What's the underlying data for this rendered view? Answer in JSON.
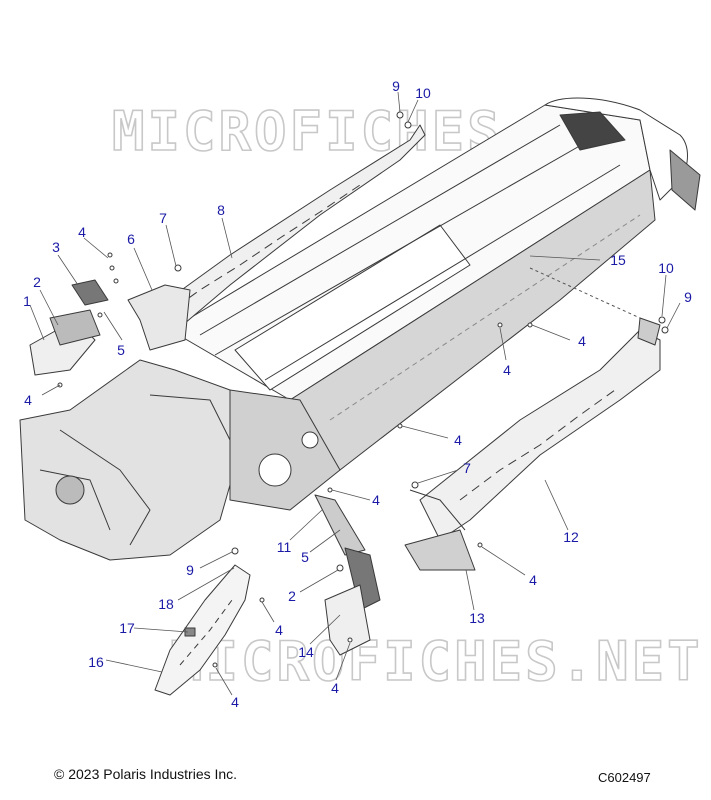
{
  "watermark": {
    "text": "MICROFICHES.NET"
  },
  "footer": {
    "copyright": "© 2023 Polaris Industries Inc.",
    "figure_code": "C602497"
  },
  "callouts": [
    "9",
    "10",
    "7",
    "8",
    "6",
    "3",
    "4",
    "2",
    "1",
    "5",
    "4",
    "15",
    "10",
    "9",
    "4",
    "4",
    "4",
    "7",
    "4",
    "11",
    "5",
    "9",
    "12",
    "18",
    "2",
    "4",
    "13",
    "17",
    "4",
    "14",
    "16",
    "4",
    "4"
  ],
  "colors": {
    "callout": "#1a1aa6",
    "line": "#3a3a3a",
    "fill": "#d6d6d6",
    "watermark": "#c8c8c8"
  }
}
